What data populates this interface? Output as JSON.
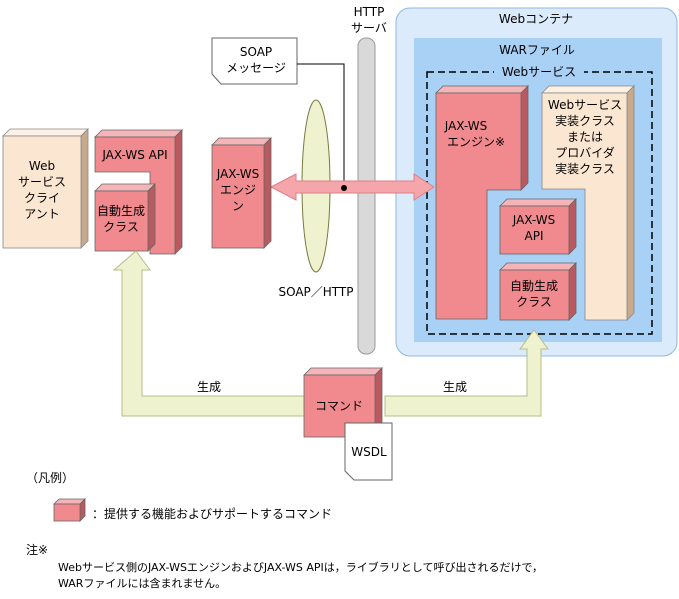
{
  "web_container": {
    "title": "Webコンテナ"
  },
  "war_file": {
    "title": "WARファイル"
  },
  "web_service": {
    "title": "Webサービス"
  },
  "http_server": {
    "line1": "HTTP",
    "line2": "サーバ"
  },
  "soap_message": {
    "line1": "SOAP",
    "line2": "メッセージ"
  },
  "client": {
    "lines": [
      "Web",
      "サービス",
      "クライ",
      "アント"
    ]
  },
  "client_jaxws_api": {
    "label": "JAX-WS API"
  },
  "client_generated": {
    "lines": [
      "自動生成",
      "クラス"
    ]
  },
  "client_engine": {
    "lines": [
      "JAX-WS",
      "エンジ",
      "ン"
    ]
  },
  "protocol": {
    "label": "SOAP／HTTP"
  },
  "server_engine": {
    "lines": [
      "JAX-WS",
      "エンジン※"
    ]
  },
  "server_impl": {
    "lines": [
      "Webサービス",
      "実装クラス",
      "または",
      "プロバイダ",
      "実装クラス"
    ]
  },
  "server_jaxws_api": {
    "lines": [
      "JAX-WS",
      "API"
    ]
  },
  "server_generated": {
    "lines": [
      "自動生成",
      "クラス"
    ]
  },
  "command": {
    "label": "コマンド"
  },
  "wsdl": {
    "label": "WSDL"
  },
  "generate_left": {
    "label": "生成"
  },
  "generate_right": {
    "label": "生成"
  },
  "legend": {
    "title": "（凡例）",
    "text": "：提供する機能およびサポートするコマンド"
  },
  "note": {
    "title": "注※",
    "line1": "Webサービス側のJAX-WSエンジンおよびJAX-WS APIは，ライブラリとして呼び出されるだけで，",
    "line2": "WARファイルには含まれません。"
  },
  "colors": {
    "pink": "#f08a8f",
    "pink_side": "#b85a60",
    "pink_top": "#f5b5b8",
    "beige": "#fbe6d2",
    "beige_side": "#c9a98c",
    "beige_top": "#fdf1e5",
    "container": "#dcebfb",
    "war": "#a9d0f5",
    "arrow_pink": "#f5a6aa",
    "arrow_cream": "#eef2cf"
  }
}
